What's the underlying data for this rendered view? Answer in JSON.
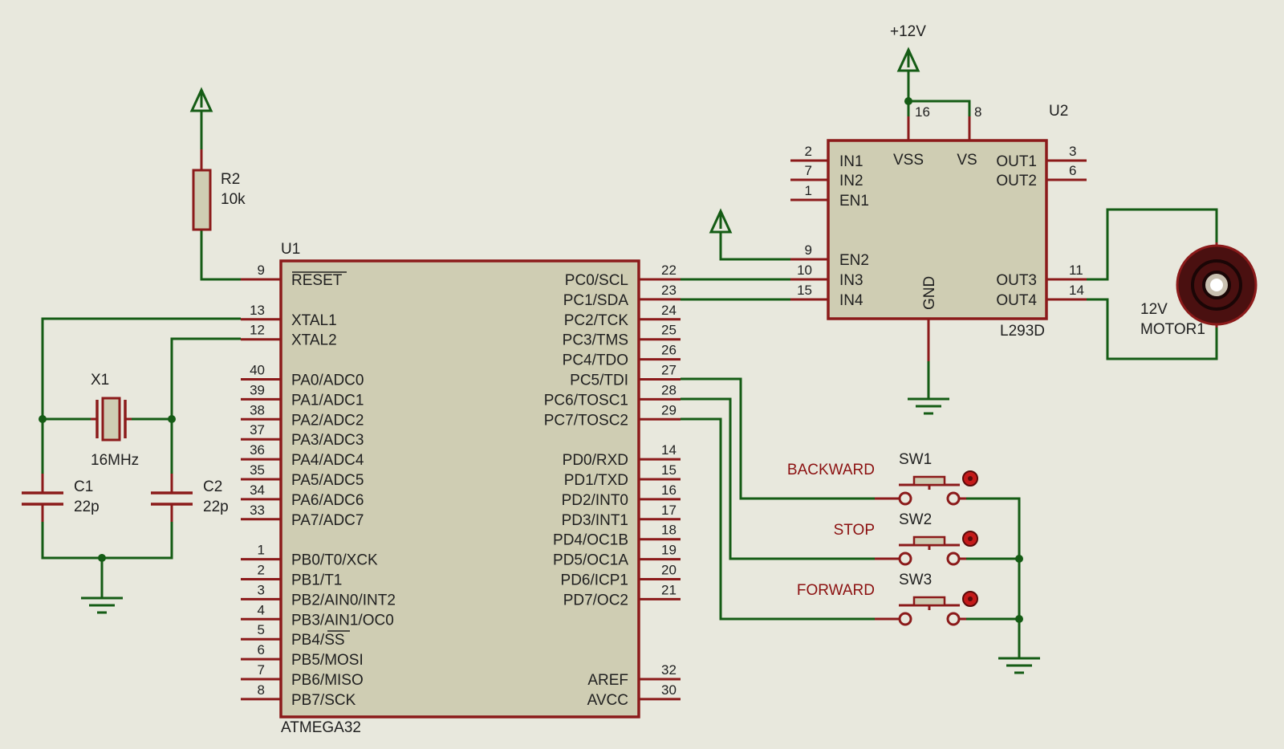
{
  "u1": {
    "ref": "U1",
    "part": "ATMEGA32",
    "left_pins": [
      {
        "num": "9",
        "label": "RESET"
      },
      {
        "num": "13",
        "label": "XTAL1"
      },
      {
        "num": "12",
        "label": "XTAL2"
      },
      {
        "num": "40",
        "label": "PA0/ADC0"
      },
      {
        "num": "39",
        "label": "PA1/ADC1"
      },
      {
        "num": "38",
        "label": "PA2/ADC2"
      },
      {
        "num": "37",
        "label": "PA3/ADC3"
      },
      {
        "num": "36",
        "label": "PA4/ADC4"
      },
      {
        "num": "35",
        "label": "PA5/ADC5"
      },
      {
        "num": "34",
        "label": "PA6/ADC6"
      },
      {
        "num": "33",
        "label": "PA7/ADC7"
      },
      {
        "num": "1",
        "label": "PB0/T0/XCK"
      },
      {
        "num": "2",
        "label": "PB1/T1"
      },
      {
        "num": "3",
        "label": "PB2/AIN0/INT2"
      },
      {
        "num": "4",
        "label": "PB3/AIN1/OC0"
      },
      {
        "num": "5",
        "label": "PB4/SS"
      },
      {
        "num": "6",
        "label": "PB5/MOSI"
      },
      {
        "num": "7",
        "label": "PB6/MISO"
      },
      {
        "num": "8",
        "label": "PB7/SCK"
      }
    ],
    "right_pins": [
      {
        "num": "22",
        "label": "PC0/SCL"
      },
      {
        "num": "23",
        "label": "PC1/SDA"
      },
      {
        "num": "24",
        "label": "PC2/TCK"
      },
      {
        "num": "25",
        "label": "PC3/TMS"
      },
      {
        "num": "26",
        "label": "PC4/TDO"
      },
      {
        "num": "27",
        "label": "PC5/TDI"
      },
      {
        "num": "28",
        "label": "PC6/TOSC1"
      },
      {
        "num": "29",
        "label": "PC7/TOSC2"
      },
      {
        "num": "14",
        "label": "PD0/RXD"
      },
      {
        "num": "15",
        "label": "PD1/TXD"
      },
      {
        "num": "16",
        "label": "PD2/INT0"
      },
      {
        "num": "17",
        "label": "PD3/INT1"
      },
      {
        "num": "18",
        "label": "PD4/OC1B"
      },
      {
        "num": "19",
        "label": "PD5/OC1A"
      },
      {
        "num": "20",
        "label": "PD6/ICP1"
      },
      {
        "num": "21",
        "label": "PD7/OC2"
      },
      {
        "num": "32",
        "label": "AREF"
      },
      {
        "num": "30",
        "label": "AVCC"
      }
    ]
  },
  "u2": {
    "ref": "U2",
    "part": "L293D",
    "left_pins": [
      {
        "num": "2",
        "label": "IN1"
      },
      {
        "num": "7",
        "label": "IN2"
      },
      {
        "num": "1",
        "label": "EN1"
      },
      {
        "num": "9",
        "label": "EN2"
      },
      {
        "num": "10",
        "label": "IN3"
      },
      {
        "num": "15",
        "label": "IN4"
      }
    ],
    "right_pins": [
      {
        "num": "3",
        "label": "OUT1"
      },
      {
        "num": "6",
        "label": "OUT2"
      },
      {
        "num": "11",
        "label": "OUT3"
      },
      {
        "num": "14",
        "label": "OUT4"
      }
    ],
    "top_pins": [
      {
        "num": "16",
        "label": "VSS"
      },
      {
        "num": "8",
        "label": "VS"
      }
    ],
    "bottom_label": "GND",
    "supply": "+12V"
  },
  "r2": {
    "ref": "R2",
    "value": "10k"
  },
  "x1": {
    "ref": "X1",
    "value": "16MHz"
  },
  "c1": {
    "ref": "C1",
    "value": "22p"
  },
  "c2": {
    "ref": "C2",
    "value": "22p"
  },
  "motor": {
    "value": "12V",
    "ref": "MOTOR1"
  },
  "switches": [
    {
      "ref": "SW1",
      "label": "BACKWARD"
    },
    {
      "ref": "SW2",
      "label": "STOP"
    },
    {
      "ref": "SW3",
      "label": "FORWARD"
    }
  ]
}
